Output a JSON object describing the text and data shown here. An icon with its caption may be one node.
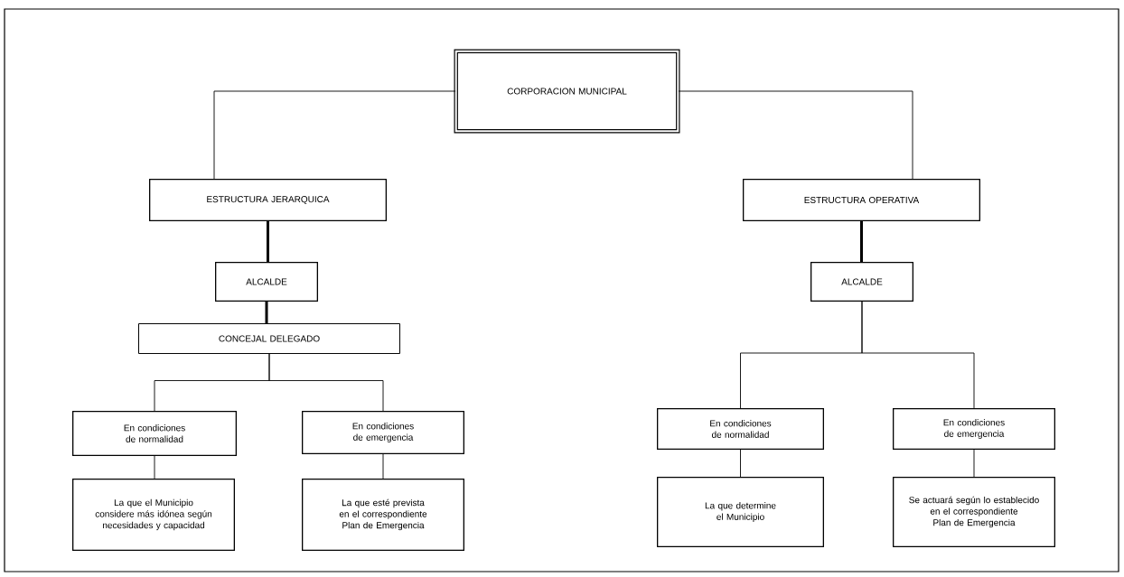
{
  "diagram": {
    "nodes": [
      {
        "text": [
          "CORPORACION MUNICIPAL"
        ]
      },
      {
        "text": [
          "ESTRUCTURA JERARQUICA"
        ]
      },
      {
        "text": [
          "ESTRUCTURA OPERATIVA"
        ]
      },
      {
        "text": [
          "ALCALDE"
        ]
      },
      {
        "text": [
          "ALCALDE"
        ]
      },
      {
        "text": [
          "CONCEJAL DELEGADO"
        ]
      },
      {
        "text": [
          "En condiciones de normalidad"
        ]
      },
      {
        "text": [
          "En condiciones de emergencia"
        ]
      },
      {
        "text": [
          "La que el Municipio considere más idónea según necesidades y capacidad"
        ]
      },
      {
        "text": [
          "La que esté prevista en el correspondiente Plan de Emergencia"
        ]
      },
      {
        "text": [
          "En condiciones de normalidad"
        ]
      },
      {
        "text": [
          "En condiciones de emergencia"
        ]
      },
      {
        "text": [
          "La que determine el Municipio"
        ]
      },
      {
        "text": [
          "Se actuará según lo establecido en el correspondiente Plan de Emergencia"
        ]
      }
    ],
    "edges": [
      {
        "from": 0,
        "to": 1,
        "arrow": "none"
      },
      {
        "from": 0,
        "to": 2,
        "arrow": "none"
      },
      {
        "from": 1,
        "to": 3,
        "arrow": "none",
        "style": "thick"
      },
      {
        "from": 2,
        "to": 4,
        "arrow": "none",
        "style": "thick"
      },
      {
        "from": 3,
        "to": 5,
        "arrow": "none",
        "style": "thick"
      },
      {
        "from": 5,
        "to": 6,
        "arrow": "none"
      },
      {
        "from": 5,
        "to": 7,
        "arrow": "none"
      },
      {
        "from": 4,
        "to": 10,
        "arrow": "none"
      },
      {
        "from": 4,
        "to": 11,
        "arrow": "none"
      },
      {
        "from": 6,
        "to": 8,
        "arrow": "none"
      },
      {
        "from": 7,
        "to": 9,
        "arrow": "none"
      },
      {
        "from": 10,
        "to": 12,
        "arrow": "none"
      },
      {
        "from": 11,
        "to": 13,
        "arrow": "none"
      }
    ]
  }
}
